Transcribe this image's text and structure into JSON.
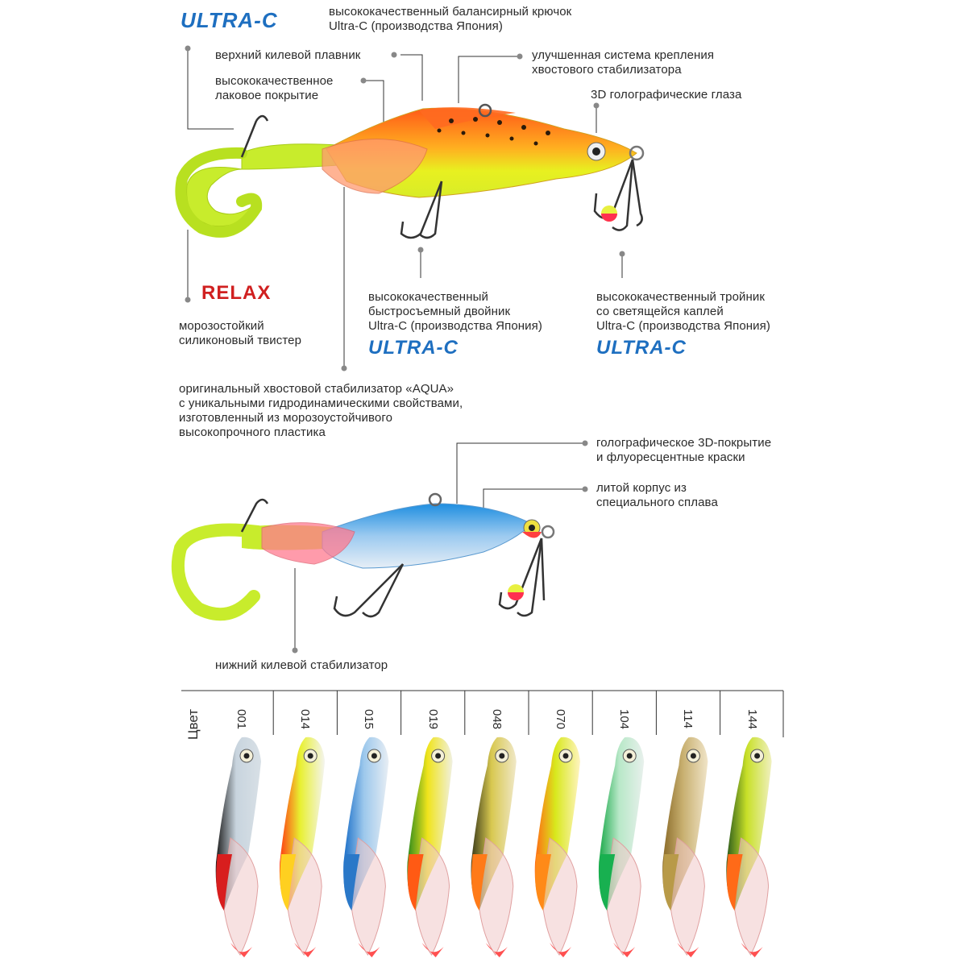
{
  "logos": {
    "ultra_c": "ULTRA-C",
    "relax": "RELAX"
  },
  "top_lure": {
    "hook_desc": "высококачественный балансирный крючок\nUltra-C (производства Япония)",
    "upper_fin": "верхний килевой плавник",
    "tail_system": "улучшенная система крепления\nхвостового стабилизатора",
    "lacquer": "высококачественное\nлаковое покрытие",
    "eyes": "3D голографические глаза",
    "twister": "морозостойкий\nсиликоновый твистер",
    "double_hook": "высококачественный\nбыстросъемный двойник\nUltra-C (производства Япония)",
    "treble_hook": "высококачественный тройник\nсо светящейся каплей\nUltra-C (производства Япония)",
    "aqua_stabilizer": "оригинальный хвостовой стабилизатор «AQUA»\nс уникальными гидродинамическими свойствами,\nизготовленный из морозоустойчивого\nвысокопрочного пластика"
  },
  "bottom_lure": {
    "holo": "голографическое 3D-покрытие\nи флуоресцентные краски",
    "body": "литой корпус из\nспециального сплава",
    "lower_keel": "нижний килевой стабилизатор"
  },
  "colors_table": {
    "header": "Цвет",
    "codes": [
      "001",
      "014",
      "015",
      "019",
      "048",
      "070",
      "104",
      "114",
      "144"
    ],
    "swatches": [
      {
        "top": "#1b1b1b",
        "mid": "#c8d4de",
        "belly": "#d8e0e6",
        "tail": "#d81e1e"
      },
      {
        "top": "#ff3a12",
        "mid": "#e8f030",
        "belly": "#f4f4f0",
        "tail": "#ffd020"
      },
      {
        "top": "#1a6ec8",
        "mid": "#9cc8ec",
        "belly": "#e8eef4",
        "tail": "#2a78c8"
      },
      {
        "top": "#2c8a1c",
        "mid": "#f0e41c",
        "belly": "#f0f0e0",
        "tail": "#ff5a14"
      },
      {
        "top": "#3a3a18",
        "mid": "#d8c850",
        "belly": "#f0e8c8",
        "tail": "#ff7a18"
      },
      {
        "top": "#ff6a14",
        "mid": "#d8e81c",
        "belly": "#fff4c0",
        "tail": "#ff8a18"
      },
      {
        "top": "#18a848",
        "mid": "#b8e8c8",
        "belly": "#e8f0ec",
        "tail": "#18b050"
      },
      {
        "top": "#8a6a28",
        "mid": "#c8b070",
        "belly": "#f0e4c8",
        "tail": "#b89a48"
      },
      {
        "top": "#2a5a1c",
        "mid": "#c8e028",
        "belly": "#f0f0c0",
        "tail": "#ff6a18"
      }
    ]
  }
}
